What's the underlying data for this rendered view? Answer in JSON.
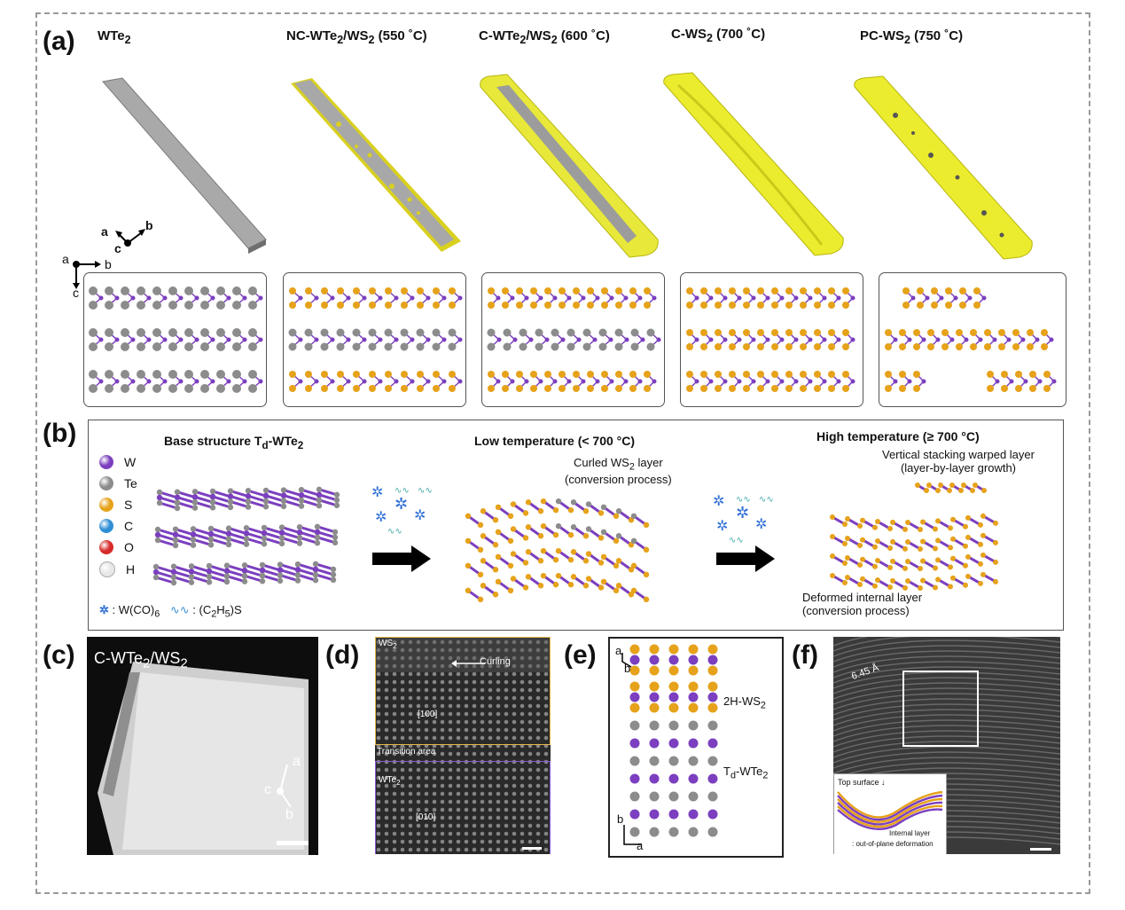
{
  "panel_a": {
    "label": "(a)",
    "stages": [
      {
        "name": "WTe",
        "sub": "2",
        "rest": ""
      },
      {
        "name": "NC-WTe",
        "sub": "2",
        "rest": "/WS",
        "sub2": "2",
        "rest2": " (550 ˚C)"
      },
      {
        "name": "C-WTe",
        "sub": "2",
        "rest": "/WS",
        "sub2": "2",
        "rest2": " (600 ˚C)"
      },
      {
        "name": "C-WS",
        "sub": "2",
        "rest": " (700 ˚C)"
      },
      {
        "name": "PC-WS",
        "sub": "2",
        "rest": " (750 ˚C)"
      }
    ],
    "axes_top": {
      "a": "a",
      "b": "b",
      "c": "c"
    },
    "axes_side": {
      "a": "a",
      "b": "b",
      "c": "c"
    }
  },
  "panel_b": {
    "label": "(b)",
    "title_base": "Base structure T",
    "title_base_sub": "d",
    "title_base_rest": "-WTe",
    "title_base_sub2": "2",
    "title_low": "Low temperature (< 700 °C)",
    "title_high": "High temperature (≥ 700 °C)",
    "legend": [
      {
        "sym": "W",
        "color": "#7b3fbf"
      },
      {
        "sym": "Te",
        "color": "#8c8c8c"
      },
      {
        "sym": "S",
        "color": "#e6a21a"
      },
      {
        "sym": "C",
        "color": "#2f8fd6"
      },
      {
        "sym": "O",
        "color": "#d62a2a"
      },
      {
        "sym": "H",
        "color": "#e8e8e8"
      }
    ],
    "precursor1": ": W(CO)",
    "precursor1_sub": "6",
    "precursor2": ": (C",
    "precursor2_sub1": "2",
    "precursor2_mid": "H",
    "precursor2_sub2": "5",
    "precursor2_end": ")S",
    "curled_line1": "Curled WS",
    "curled_sub": "2",
    "curled_line1_end": " layer",
    "curled_line2": "(conversion process)",
    "vertical_line1": "Vertical stacking warped layer",
    "vertical_line2": "(layer-by-layer growth)",
    "deformed_line1": "Deformed internal layer",
    "deformed_line2": "(conversion process)"
  },
  "panel_c": {
    "label": "(c)",
    "title": "C-WTe",
    "title_sub": "2",
    "title_end": "/WS",
    "title_sub2": "2",
    "axis_a": "a",
    "axis_b": "b",
    "axis_c": "c"
  },
  "panel_d": {
    "label": "(d)",
    "top_label": "WS",
    "top_label_sub": "2",
    "curling": "Curling",
    "dir_top": "[100]",
    "transition": "Transition area",
    "bottom_label": "WTe",
    "bottom_label_sub": "2",
    "dir_bottom": "[010]"
  },
  "panel_e": {
    "label": "(e)",
    "axis_a_top": "a",
    "axis_b_top": "b",
    "ws2": "2H-WS",
    "ws2_sub": "2",
    "wte2": "T",
    "wte2_sub": "d",
    "wte2_rest": "-WTe",
    "wte2_sub2": "2",
    "axis_b_bottom": "b",
    "axis_a_bottom": "a"
  },
  "panel_f": {
    "label": "(f)",
    "spacing": "6.45 Å",
    "top_surface": "Top surface",
    "internal_line1": "Internal layer",
    "internal_line2": ": out-of-plane deformation"
  },
  "colors": {
    "W": "#7b3fbf",
    "Te": "#8c8c8c",
    "S": "#e6a21a",
    "WS2": "#e6e62a",
    "WTe2": "#a8a8a8"
  }
}
